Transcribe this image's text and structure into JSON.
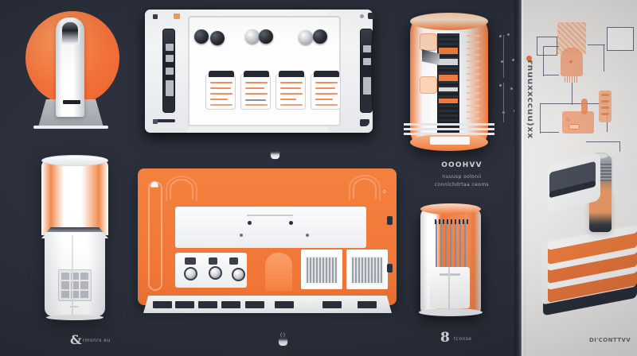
{
  "meta": {
    "background_color": "#2b303c",
    "accent_color": "#ef7a3e",
    "panel_color": "#f2f1f0",
    "canvas": "800x448"
  },
  "left_board": {
    "figures": [
      {
        "id": "fig-circle-tower",
        "name": "orange-circle-tower-device",
        "caption": "",
        "accent": "#ef7a3e"
      },
      {
        "id": "fig-rack-panel",
        "name": "white-rack-panel",
        "caption": "",
        "knob_count": 6,
        "card_count": 4
      },
      {
        "id": "fig-cylinder",
        "name": "cutaway-cylinder-module",
        "caption_title": "OOOHVV",
        "caption_line1": "nuuusp  oolonii",
        "caption_line2": "cnnnlchdrtaa ceoms"
      },
      {
        "id": "fig-tower-keypad",
        "name": "keypad-tower-unit",
        "caption": "rmonrx eu",
        "glyph": "&"
      },
      {
        "id": "fig-orange-console",
        "name": "orange-console-panel",
        "slot_count": 8,
        "caption": ""
      },
      {
        "id": "fig-slat-unit",
        "name": "slatted-cylinder-unit",
        "caption": "tconse",
        "glyph": "8"
      }
    ]
  },
  "right_board": {
    "vertical_label": "rnuuxxccuu)xx",
    "bullet_color": "#ef7a3e",
    "flow_title": "",
    "stack_caption": "DI'CONTTVV",
    "nodes": [
      {
        "name": "hopper-node",
        "label": ""
      },
      {
        "name": "splitter-node",
        "label": ""
      },
      {
        "name": "pump-node",
        "label": ""
      },
      {
        "name": "output-node",
        "label": ""
      }
    ]
  },
  "captions": {
    "cylinder_title": "OOOHVV",
    "cylinder_sub1": "nuuusp  oolonii",
    "cylinder_sub2": "cnnnlchdrtaa ceoms",
    "tower_caption": "rmonrx eu",
    "unit_caption": "tconse",
    "stack_caption": "DI'CONTTVV"
  }
}
